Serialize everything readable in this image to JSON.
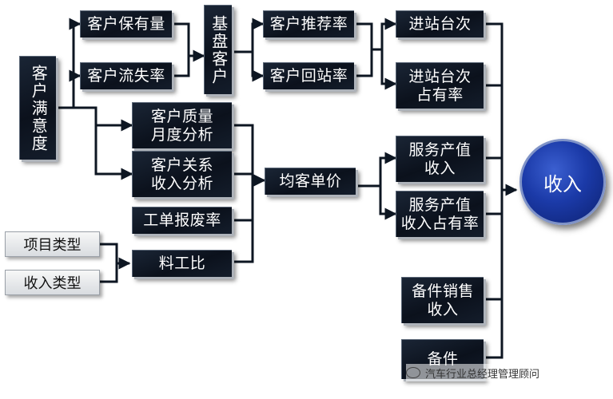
{
  "nodes": {
    "satisfaction": "客户满意度",
    "retention": "客户保有量",
    "churn": "客户流失率",
    "base_customers": "基盘客户",
    "referral": "客户推荐率",
    "return_rate": "客户回站率",
    "visits": "进站台次",
    "visit_share": "进站台次\n占有率",
    "quality_monthly": "客户质量\n月度分析",
    "relation_income": "客户关系\n收入分析",
    "avg_ticket": "均客单价",
    "service_value": "服务产值\n收入",
    "service_value_share": "服务产值\n收入占有率",
    "scrap_rate": "工单报废率",
    "labor_ratio": "料工比",
    "project_type": "项目类型",
    "income_type": "收入类型",
    "parts_sales": "备件销售\n收入",
    "parts": "备件",
    "income": "收入"
  },
  "watermark": "汽车行业总经理管理顾问"
}
